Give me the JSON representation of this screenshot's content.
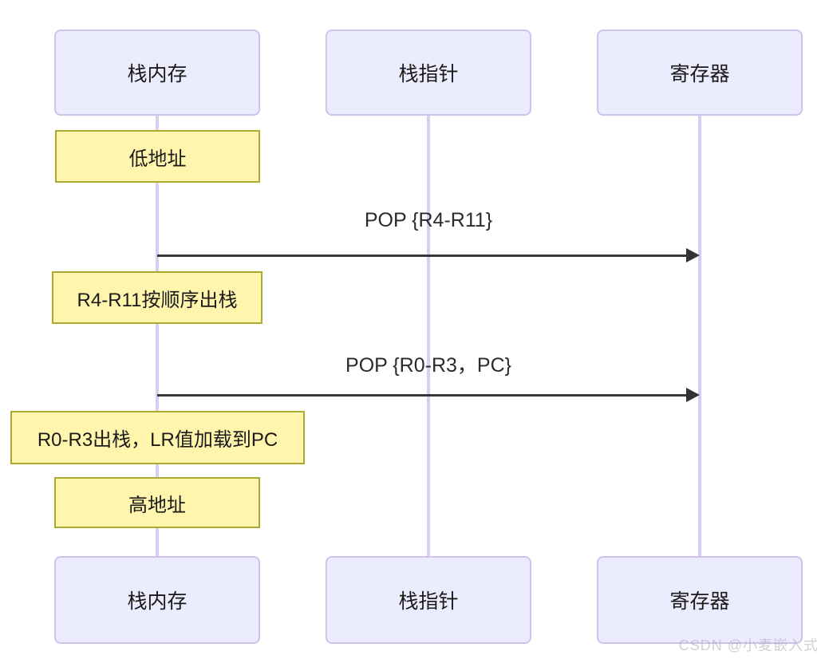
{
  "diagram": {
    "type": "sequence-diagram",
    "actors": [
      {
        "name": "stack-memory",
        "label": "栈内存"
      },
      {
        "name": "stack-pointer",
        "label": "栈指针"
      },
      {
        "name": "registers",
        "label": "寄存器"
      }
    ],
    "notes": [
      {
        "label": "低地址"
      },
      {
        "label": "R4-R11按顺序出栈"
      },
      {
        "label": "R0-R3出栈，LR值加载到PC"
      },
      {
        "label": "高地址"
      }
    ],
    "messages": [
      {
        "label": "POP {R4-R11}",
        "from": "栈内存",
        "to": "寄存器",
        "arrow": "solid"
      },
      {
        "label": "POP {R0-R3，PC}",
        "from": "栈内存",
        "to": "寄存器",
        "arrow": "solid"
      }
    ],
    "watermark": "CSDN @小麦嵌入式",
    "colors": {
      "actor_fill": "#ECECFF",
      "actor_border": "#CDC3EE",
      "note_fill": "#FFF5AD",
      "note_border": "#AAAA33",
      "lifeline": "#D9CDF3",
      "arrow": "#333333",
      "text": "#1A1A1A",
      "watermark": "#AAAAB4"
    }
  }
}
